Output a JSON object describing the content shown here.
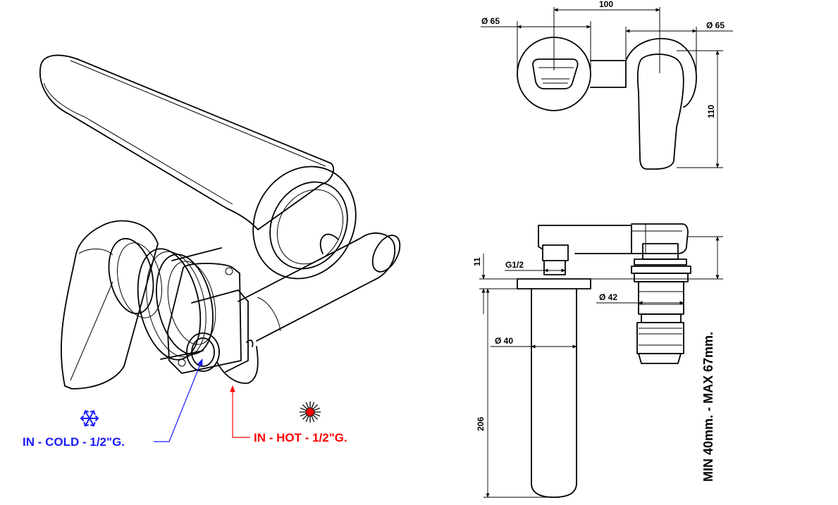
{
  "labels": {
    "cold": "IN - COLD - 1/2\"G.",
    "hot": "IN - HOT - 1/2\"G."
  },
  "dimensions": {
    "top_left_dia": "Ø 65",
    "top_right_dia": "Ø 65",
    "spacing": "100",
    "height": "110",
    "thread": "G1/2",
    "plate_thickness": "11",
    "spout_dia": "Ø 40",
    "cartridge_dia": "Ø 42",
    "spout_length": "206",
    "wall_depth": "MIN 40mm. - MAX 67mm."
  },
  "colors": {
    "cold": "#1a1aff",
    "hot": "#ff0000",
    "line": "#000000"
  },
  "icons": {
    "cold": "snowflake-icon",
    "hot": "sun-icon"
  }
}
